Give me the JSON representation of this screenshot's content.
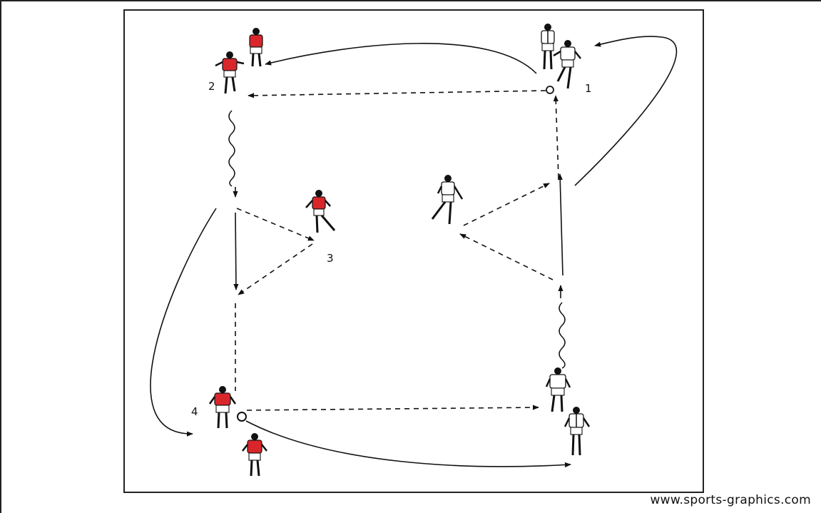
{
  "diagram": {
    "position_labels": [
      "1",
      "2",
      "3",
      "4"
    ],
    "team_colors": {
      "red_team": "#d9262b",
      "white_team": "#ffffff",
      "outline": "#111111"
    },
    "legend": {
      "pass": "dashed arrow",
      "run_without_ball": "solid arrow",
      "dribble": "wavy line"
    }
  },
  "footer": {
    "credit": "www.sports-graphics.com"
  }
}
